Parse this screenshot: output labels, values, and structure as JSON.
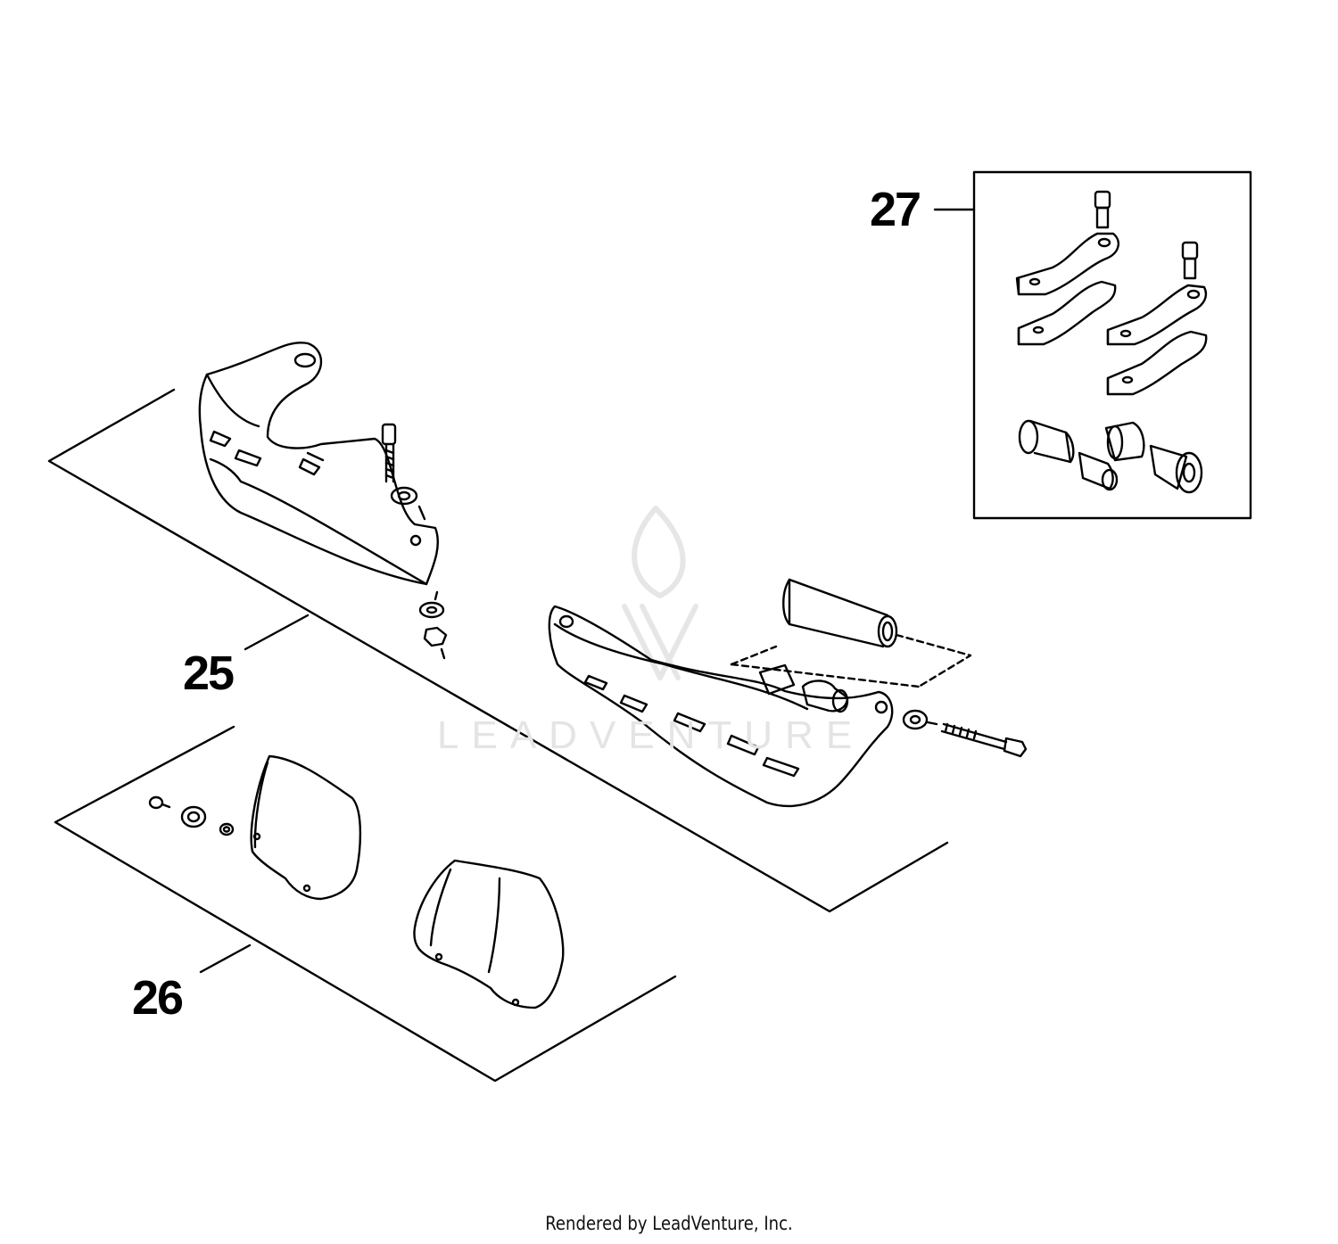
{
  "callouts": {
    "item_25": "25",
    "item_26": "26",
    "item_27": "27"
  },
  "watermark": "LEADVENTURE",
  "footer": "Rendered by LeadVenture, Inc.",
  "colors": {
    "ink": "#000000",
    "watermark": "#e4e4e4",
    "background": "#ffffff"
  }
}
